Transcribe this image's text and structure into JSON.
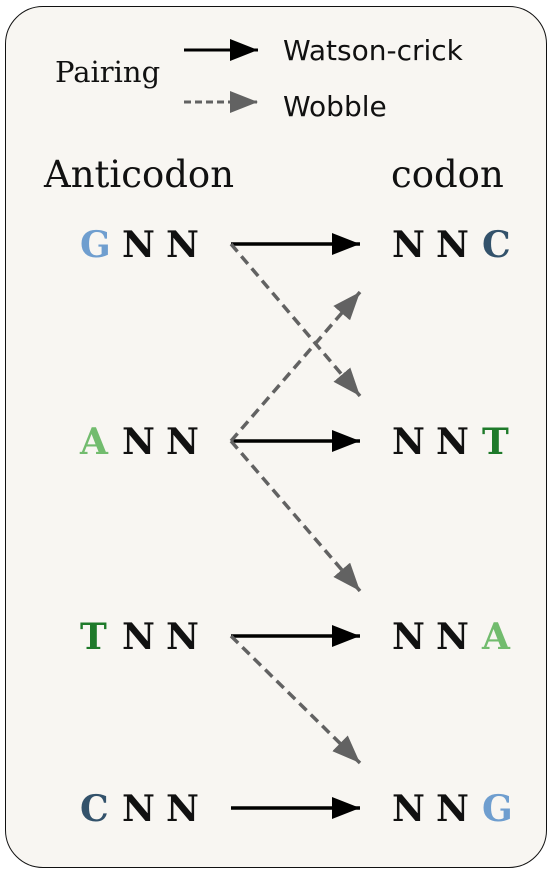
{
  "legend": {
    "title": "Pairing",
    "watson_crick_label": "Watson-crick",
    "wobble_label": "Wobble"
  },
  "headers": {
    "anticodon": "Anticodon",
    "codon": "codon"
  },
  "anticodons": [
    {
      "first": "G",
      "rest": [
        "N",
        "N"
      ],
      "color": "#6f9ecf"
    },
    {
      "first": "A",
      "rest": [
        "N",
        "N"
      ],
      "color": "#72bc6e"
    },
    {
      "first": "T",
      "rest": [
        "N",
        "N"
      ],
      "color": "#1e7a2a"
    },
    {
      "first": "C",
      "rest": [
        "N",
        "N"
      ],
      "color": "#33526b"
    }
  ],
  "codons": [
    {
      "prefix": [
        "N",
        "N"
      ],
      "last": "C",
      "color": "#33526b"
    },
    {
      "prefix": [
        "N",
        "N"
      ],
      "last": "T",
      "color": "#1e7a2a"
    },
    {
      "prefix": [
        "N",
        "N"
      ],
      "last": "A",
      "color": "#72bc6e"
    },
    {
      "prefix": [
        "N",
        "N"
      ],
      "last": "G",
      "color": "#6f9ecf"
    }
  ],
  "pairings": {
    "watson_crick": [
      [
        0,
        0
      ],
      [
        1,
        1
      ],
      [
        2,
        2
      ],
      [
        3,
        3
      ]
    ],
    "wobble": [
      [
        0,
        1
      ],
      [
        1,
        0
      ],
      [
        1,
        2
      ],
      [
        2,
        3
      ]
    ]
  },
  "colors": {
    "solid_arrow": "#000000",
    "wobble_arrow": "#626262",
    "text": "#111111"
  }
}
